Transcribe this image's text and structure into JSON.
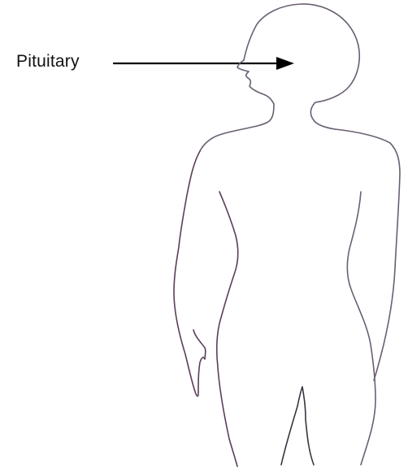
{
  "diagram": {
    "label": "Pituitary",
    "colors": {
      "outline": "#6b5f72",
      "outline_dark": "#3c3340",
      "arrow": "#000000",
      "text": "#111111",
      "background": "#ffffff"
    },
    "icons": {
      "arrow": "arrow-right",
      "figure": "human-body-outline"
    }
  }
}
